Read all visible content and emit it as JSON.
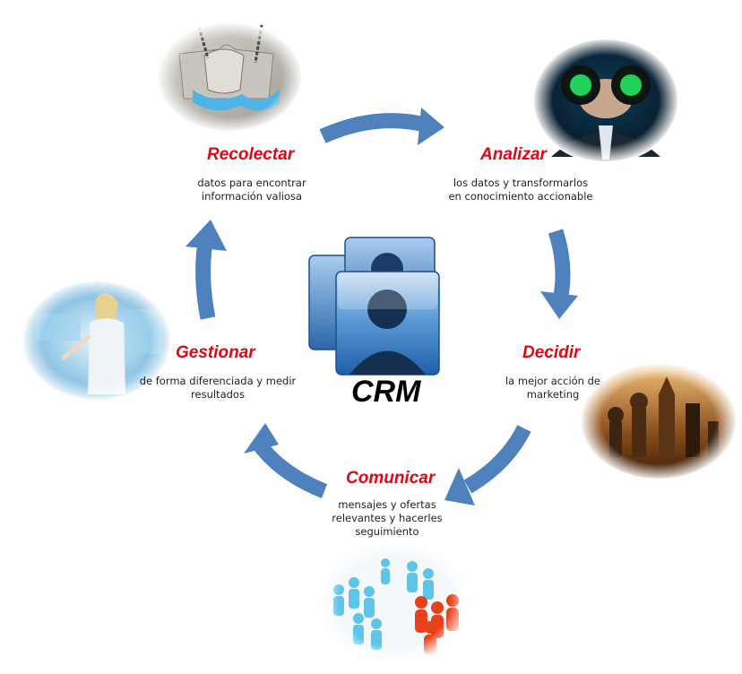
{
  "center": {
    "label": "CRM",
    "icon": "users-icon"
  },
  "steps": [
    {
      "id": "recolectar",
      "title": "Recolectar",
      "desc": "datos para encontrar\ninformación valiosa",
      "image": "puzzle-chain-image"
    },
    {
      "id": "analizar",
      "title": "Analizar",
      "desc": "los datos y transformarlos\nen conocimiento accionable",
      "image": "binoculars-man-image"
    },
    {
      "id": "decidir",
      "title": "Decidir",
      "desc": "la mejor acción de\nmarketing",
      "image": "chess-pieces-image"
    },
    {
      "id": "comunicar",
      "title": "Comunicar",
      "desc": "mensajes y ofertas\nrelevantes y hacerles\nseguimiento",
      "image": "crowd-figures-image"
    },
    {
      "id": "gestionar",
      "title": "Gestionar",
      "desc": "de forma diferenciada y medir\nresultados",
      "image": "touchscreen-woman-image"
    }
  ],
  "colors": {
    "title": "#e30613",
    "arrow": "#4f81bd"
  }
}
